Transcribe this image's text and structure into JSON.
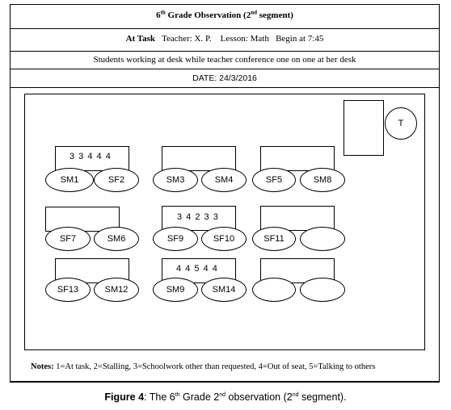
{
  "header": {
    "title_pre": "6",
    "title_sup": "th",
    "title_mid": " Grade Observation (2",
    "title_sup2": "nd",
    "title_post": " segment)",
    "at_task_label": "At Task",
    "teacher": "Teacher: X. P.",
    "lesson": "Lesson: Math",
    "begin": "Begin at 7:45",
    "description": "Students working at desk while teacher conference one on one at her desk",
    "date": "DATE: 24/3/2016"
  },
  "teacher_label": "T",
  "groups": [
    {
      "score": "3 3 4 4 4",
      "seats": [
        "SM1",
        "SF2"
      ]
    },
    {
      "score": "",
      "seats": [
        "SM3",
        "SM4"
      ]
    },
    {
      "score": "",
      "seats": [
        "SF5",
        "SM8"
      ]
    },
    {
      "score": "",
      "seats": [
        "SF7",
        "SM6"
      ]
    },
    {
      "score": "3 4 2 3 3",
      "seats": [
        "SF9",
        "SF10"
      ]
    },
    {
      "score": "",
      "seats": [
        "SF11",
        ""
      ]
    },
    {
      "score": "",
      "seats": [
        "SF13",
        "SM12"
      ]
    },
    {
      "score": "4 4 5 4 4",
      "seats": [
        "SM9",
        "SM14"
      ]
    },
    {
      "score": "",
      "seats": [
        "",
        ""
      ]
    }
  ],
  "notes": {
    "label": "Notes:",
    "text": " 1=At task, 2=Stalling, 3=Schoolwork other than requested, 4=Out of seat, 5=Talking to others"
  },
  "caption": {
    "label": "Figure 4",
    "text_a": ": The 6",
    "sup_a": "th",
    "text_b": " Grade 2",
    "sup_b": "nd",
    "text_c": " observation (2",
    "sup_c": "nd",
    "text_d": " segment)."
  }
}
